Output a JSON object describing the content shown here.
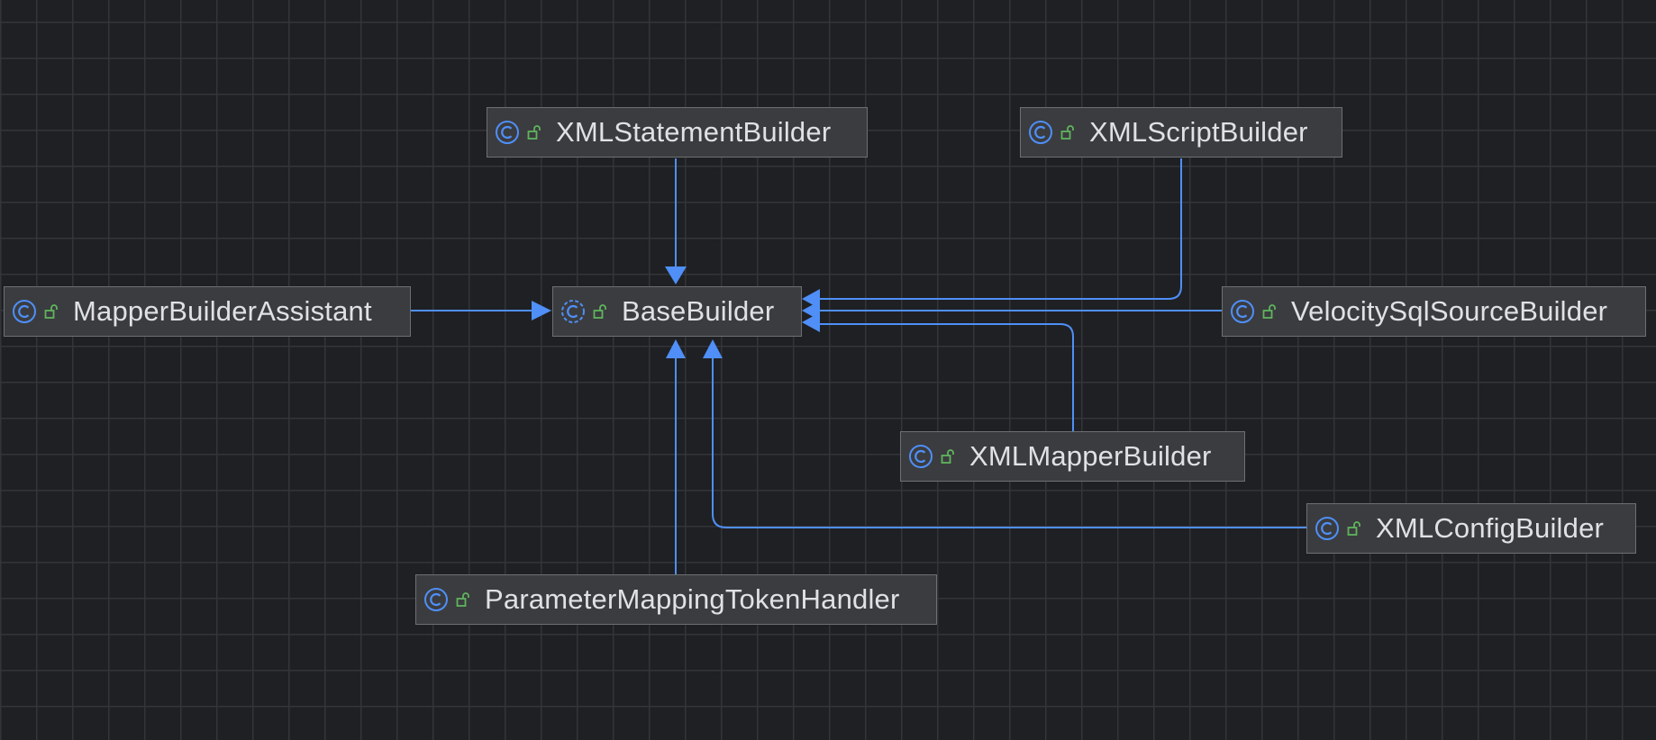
{
  "diagram": {
    "colors": {
      "background": "#1f2023",
      "grid": "#33353a",
      "node_fill": "#3b3c3f",
      "node_border": "#6d6f73",
      "text": "#dfe1e5",
      "class_icon": "#4f8ff7",
      "lock_icon": "#5fb55d",
      "edge": "#4f8ff7"
    },
    "nodes": {
      "xml_statement_builder": {
        "label": "XMLStatementBuilder",
        "icon": "class-icon"
      },
      "xml_script_builder": {
        "label": "XMLScriptBuilder",
        "icon": "class-icon"
      },
      "mapper_builder_assistant": {
        "label": "MapperBuilderAssistant",
        "icon": "class-icon"
      },
      "base_builder": {
        "label": "BaseBuilder",
        "icon": "abstract-class-icon"
      },
      "velocity_sql_source_builder": {
        "label": "VelocitySqlSourceBuilder",
        "icon": "class-icon"
      },
      "xml_mapper_builder": {
        "label": "XMLMapperBuilder",
        "icon": "class-icon"
      },
      "xml_config_builder": {
        "label": "XMLConfigBuilder",
        "icon": "class-icon"
      },
      "parameter_mapping_token_handler": {
        "label": "ParameterMappingTokenHandler",
        "icon": "class-icon"
      }
    },
    "edges": [
      {
        "from": "XMLStatementBuilder",
        "to": "BaseBuilder",
        "relation": "extends"
      },
      {
        "from": "XMLScriptBuilder",
        "to": "BaseBuilder",
        "relation": "extends"
      },
      {
        "from": "MapperBuilderAssistant",
        "to": "BaseBuilder",
        "relation": "extends"
      },
      {
        "from": "VelocitySqlSourceBuilder",
        "to": "BaseBuilder",
        "relation": "extends"
      },
      {
        "from": "XMLMapperBuilder",
        "to": "BaseBuilder",
        "relation": "extends"
      },
      {
        "from": "XMLConfigBuilder",
        "to": "BaseBuilder",
        "relation": "extends"
      },
      {
        "from": "ParameterMappingTokenHandler",
        "to": "BaseBuilder",
        "relation": "extends"
      }
    ]
  }
}
